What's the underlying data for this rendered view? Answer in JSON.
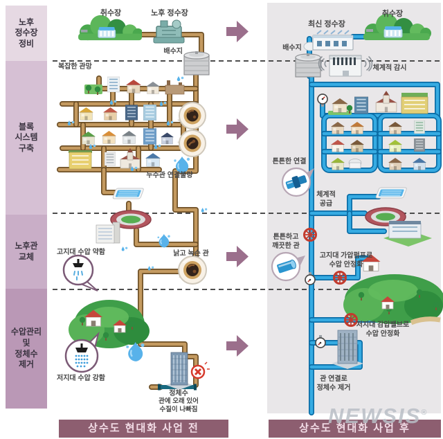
{
  "colors": {
    "old_pipe_brown": "#c49a60",
    "new_pipe_blue": "#36abe2",
    "panel_bg_gray": "#e9e7e9",
    "arrow_mauve": "#9b6f8c",
    "banner_bg": "#8d5e70",
    "banner_text": "#f2dce6",
    "sidebar_shades": [
      "#e6d9e3",
      "#d6c0d4",
      "#c9aec7",
      "#ba98b6"
    ],
    "valve_red": "#c23b2e",
    "watermark_gray": "#b9bfc6"
  },
  "sidebar": {
    "sections": [
      {
        "label": "노후\n정수장\n정비"
      },
      {
        "label": "블록\n시스템\n구축"
      },
      {
        "label": "노후관\n교체"
      },
      {
        "label": "수압관리\n및\n정체수\n제거"
      }
    ]
  },
  "left_panel": {
    "intake_label": "취수장",
    "old_plant_label": "노후 정수장",
    "reservoir_label": "배수지",
    "complex_network_label": "복잡한 관망",
    "leak_connection_label": "누수관 연결불량",
    "highland_weak_label": "고지대 수압 약함",
    "rusty_pipe_label": "낡고 녹슨 관",
    "lowland_strong_label": "저지대 수압 강함",
    "stagnant_title": "정체수",
    "stagnant_desc": "관에 오래 있어\n수질이 나빠짐"
  },
  "right_panel": {
    "intake_label": "취수장",
    "modern_plant_label": "최신 정수장",
    "reservoir_label": "배수지",
    "monitoring_label": "체계적 감시",
    "solid_connection_label": "튼튼한 연결",
    "systematic_supply_label": "체계적\n공급",
    "clean_pipe_label": "튼튼하고\n깨끗한 관",
    "highland_pump_label": "고지대 가압펌프로\n수압 안정화",
    "lowland_valve_label": "저지대 감압밸브로\n수압 안정화",
    "stagnant_removal_label": "관 연결로\n정체수 제거"
  },
  "banners": {
    "before": "상수도 현대화 사업 전",
    "after": "상수도 현대화 사업 후"
  },
  "watermark": {
    "text": "NEWSIS",
    "reg": "®"
  },
  "icons": {
    "left": [
      "intake-station",
      "old-purification-plant",
      "reservoir-tank",
      "leak-splash",
      "rusty-pipe-magnifier",
      "weak-shower-bubble",
      "strong-shower-bubble",
      "blocked-x"
    ],
    "right": [
      "intake-station",
      "modern-purification-plant",
      "reservoir-tank",
      "monitoring-center",
      "wifi-waves",
      "pipe-coupling-magnifier",
      "clean-pipe-magnifier",
      "valve-wheel",
      "pressure-gauge"
    ]
  }
}
